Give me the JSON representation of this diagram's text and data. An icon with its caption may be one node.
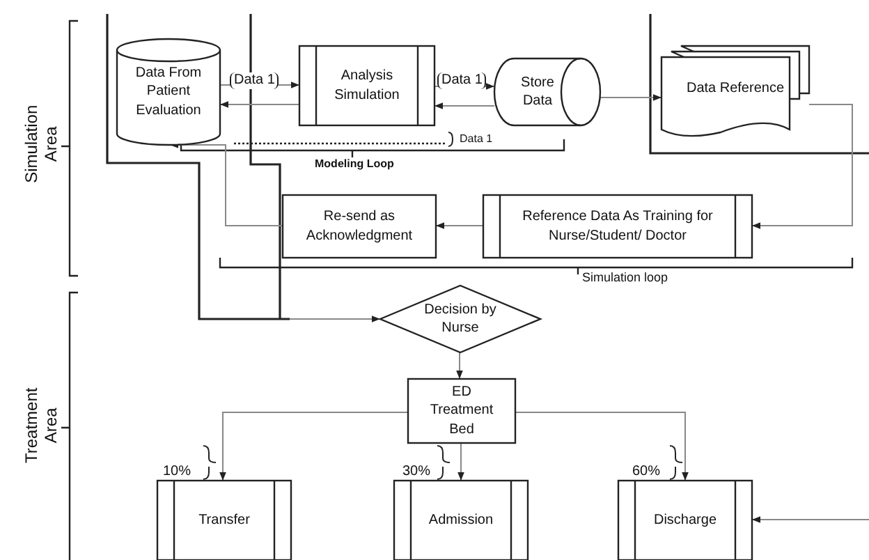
{
  "diagram": {
    "nodes": [
      {
        "text": [
          "Data From Patient Evaluation"
        ]
      },
      {
        "text": [
          "Analysis Simulation"
        ]
      },
      {
        "text": [
          "Store Data"
        ]
      },
      {
        "text": [
          "Data Reference"
        ]
      },
      {
        "text": [
          "Reference Data As Training for Nurse/Student/ Doctor"
        ]
      },
      {
        "text": [
          "Re-send as Acknowledgment"
        ]
      },
      {
        "text": [
          "Decision by Nurse"
        ]
      },
      {
        "text": [
          "ED Treatment Bed"
        ]
      },
      {
        "text": [
          "Transfer"
        ],
        "beside": [
          "10%"
        ]
      },
      {
        "text": [
          "Admission"
        ],
        "beside": [
          "30%"
        ]
      },
      {
        "text": [
          "Discharge"
        ],
        "beside": [
          "60%"
        ]
      }
    ],
    "edges": [
      {
        "from": 0,
        "to": 1,
        "arrow": "to",
        "label": "Data 1"
      },
      {
        "from": 1,
        "to": 0,
        "arrow": "to"
      },
      {
        "from": 1,
        "to": 2,
        "arrow": "to",
        "label": "Data 1"
      },
      {
        "from": 2,
        "to": 1,
        "arrow": "to"
      },
      {
        "from": 2,
        "to": 3,
        "arrow": "to"
      },
      {
        "from": 3,
        "to": 4,
        "arrow": "to"
      },
      {
        "from": 4,
        "to": 5,
        "arrow": "to"
      },
      {
        "from": 5,
        "to": 0,
        "arrow": "to"
      },
      {
        "from": null,
        "to": 6,
        "arrow": "to"
      },
      {
        "from": 6,
        "to": 7,
        "arrow": "to"
      },
      {
        "from": 7,
        "to": 8,
        "arrow": "to"
      },
      {
        "from": 7,
        "to": 9,
        "arrow": "to"
      },
      {
        "from": 7,
        "to": 10,
        "arrow": "to"
      },
      {
        "from": null,
        "to": 10,
        "arrow": "to"
      }
    ],
    "labels": [
      "Simulation Area",
      "Data 1",
      "Modeling Loop",
      "Simulation loop",
      "Treatment Area"
    ]
  }
}
